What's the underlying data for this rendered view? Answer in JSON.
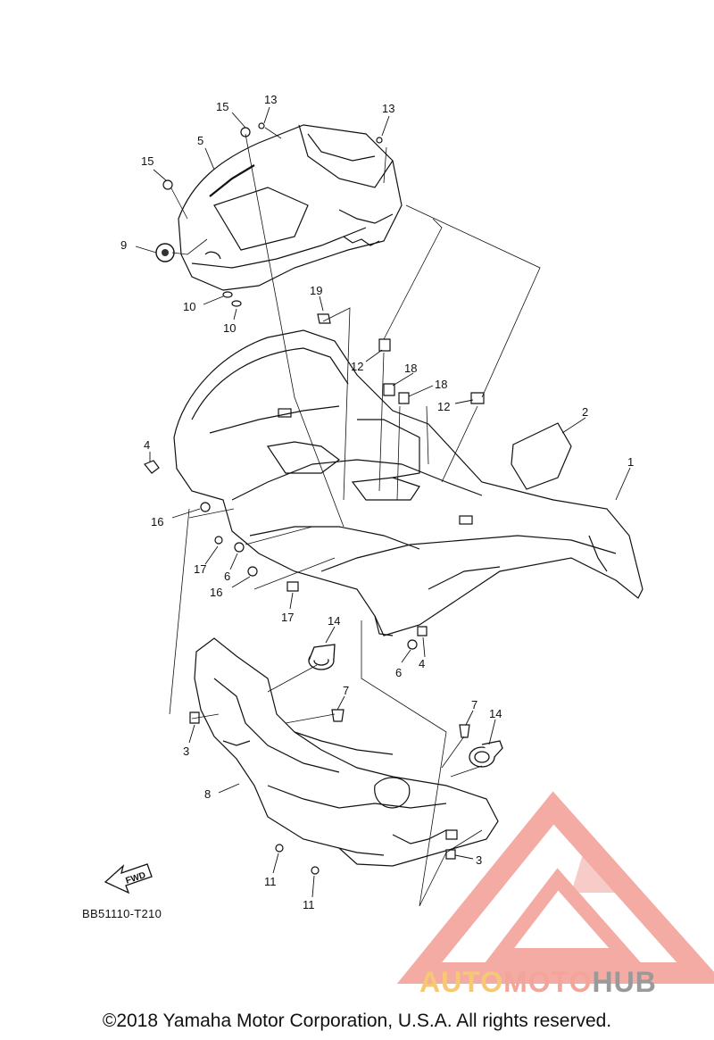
{
  "diagram": {
    "callouts": [
      "15",
      "13",
      "13",
      "5",
      "15",
      "9",
      "10",
      "10",
      "19",
      "12",
      "18",
      "18",
      "12",
      "2",
      "1",
      "4",
      "16",
      "17",
      "6",
      "16",
      "17",
      "14",
      "6",
      "4",
      "7",
      "7",
      "14",
      "3",
      "8",
      "3",
      "11",
      "11"
    ],
    "direction_arrow_label": "FWD",
    "diagram_code": "BB51110-T210",
    "copyright": "©2018 Yamaha Motor Corporation, U.S.A. All rights reserved."
  },
  "watermark": {
    "part1": "AUTO",
    "part2": "MOTO",
    "part3": "HUB",
    "colors": {
      "auto": "#f7c873",
      "moto": "#f3a59a",
      "hub": "#9a9a9a",
      "triangle": "#ef8f86"
    }
  }
}
